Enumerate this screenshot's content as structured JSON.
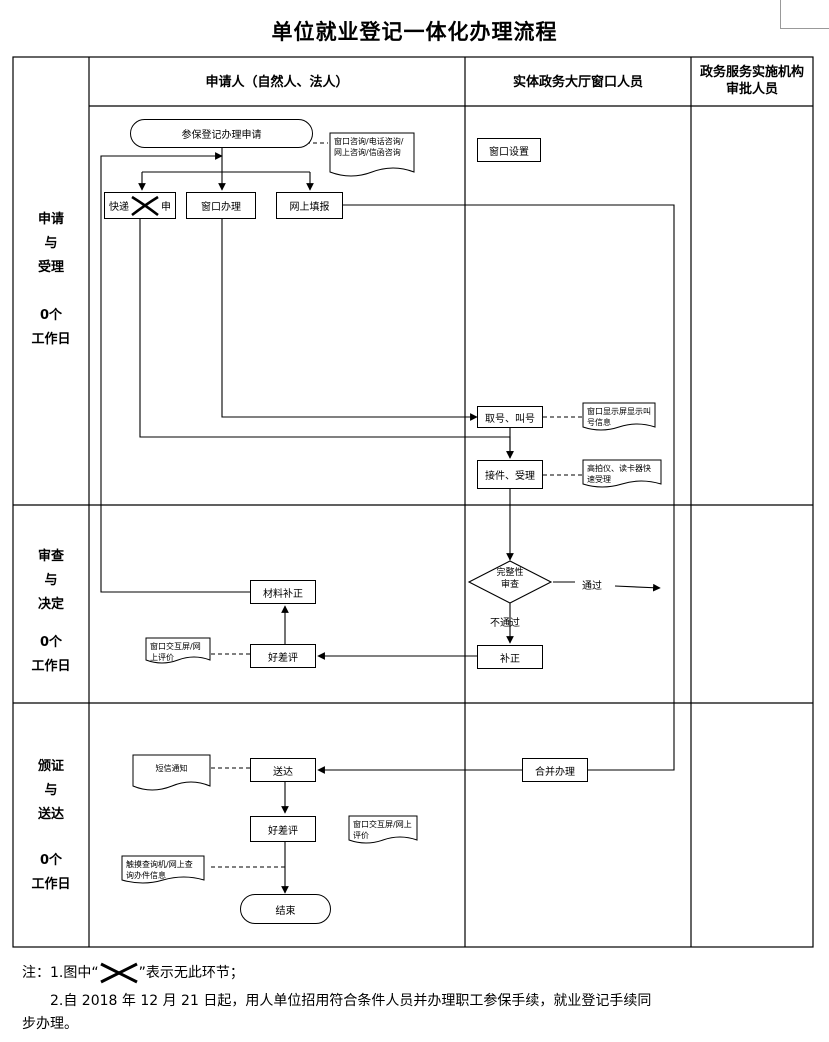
{
  "title": "单位就业登记一体化办理流程",
  "columns": {
    "applicant": "申请人（自然人、法人）",
    "window_staff": "实体政务大厅窗口人员",
    "approver": "政务服务实施机构审批人员"
  },
  "stages": [
    {
      "name_lines": [
        "申请",
        "与",
        "受理"
      ],
      "days_lines": [
        "0个",
        "工作日"
      ]
    },
    {
      "name_lines": [
        "审查",
        "与",
        "决定"
      ],
      "days_lines": [
        "0个",
        "工作日"
      ]
    },
    {
      "name_lines": [
        "颁证",
        "与",
        "送达"
      ],
      "days_lines": [
        "0个",
        "工作日"
      ]
    }
  ],
  "nodes": {
    "start": "参保登记办理申请",
    "express_left": "快递",
    "express_right": "申",
    "window_apply": "窗口办理",
    "online_apply": "网上填报",
    "window_setup": "窗口设置",
    "take_number": "取号、叫号",
    "accept": "接件、受理",
    "completeness_line1": "完整性",
    "completeness_line2": "审查",
    "pass": "通过",
    "not_pass": "不通过",
    "correction": "补正",
    "rating1": "好差评",
    "material_supplement": "材料补正",
    "merge_process": "合并办理",
    "deliver": "送达",
    "rating2": "好差评",
    "end": "结束"
  },
  "docs": {
    "consult": "窗口咨询/电话咨询/网上咨询/信函咨询",
    "screen_display": "窗口显示屏显示叫号信息",
    "scanner": "高拍仪、读卡器快速受理",
    "interactive1": "窗口交互屏/网上评价",
    "sms": "短信通知",
    "interactive2": "窗口交互屏/网上评价",
    "touch_query": "触摸查询机/网上查询办件信息"
  },
  "notes": {
    "note1_prefix": "注：1.图中“",
    "note1_suffix": "”表示无此环节；",
    "note2_line1": "2.自 2018 年 12 月 21 日起，用人单位招用符合条件人员并办理职工参保手续，就业登记手续同",
    "note2_line2": "步办理。"
  }
}
